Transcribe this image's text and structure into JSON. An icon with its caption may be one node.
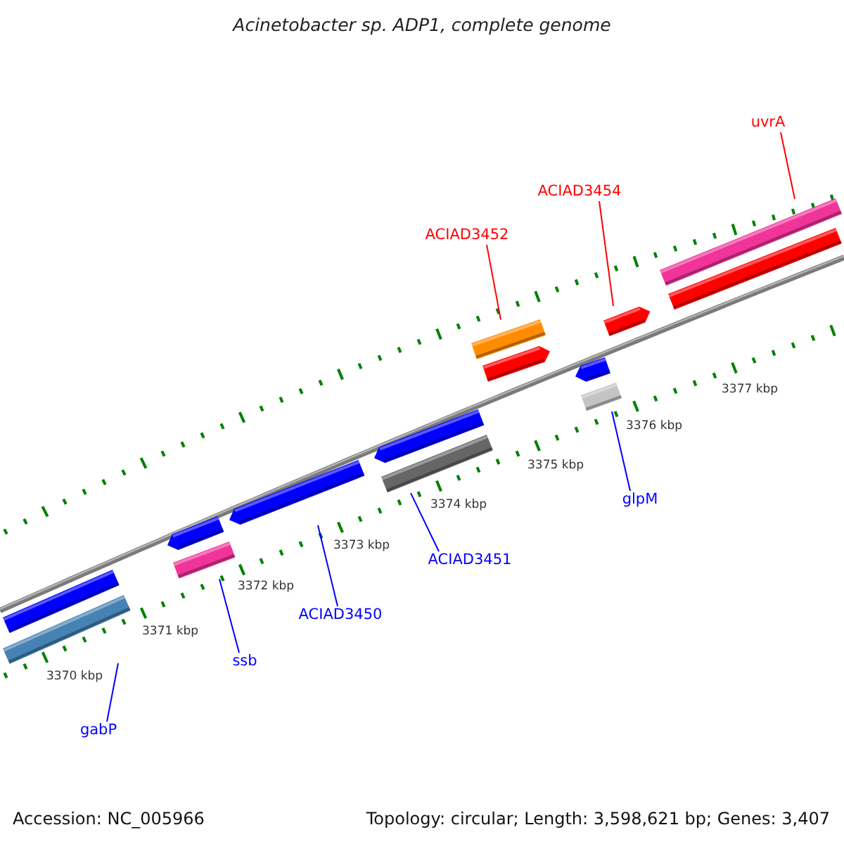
{
  "diagram": {
    "title": "Acinetobacter sp. ADP1, complete genome",
    "nodes": [
      {
        "text": [
          "uvrA"
        ]
      },
      {
        "text": [
          "ACIAD3454"
        ]
      },
      {
        "text": [
          "ACIAD3452"
        ]
      },
      {
        "text": [
          "glpM"
        ]
      },
      {
        "text": [
          "ACIAD3451"
        ]
      },
      {
        "text": [
          "ACIAD3450"
        ]
      },
      {
        "text": [
          "ssb"
        ]
      },
      {
        "text": [
          "gabP"
        ]
      },
      {
        "text": [],
        "shape": "bar"
      },
      {
        "text": [],
        "shape": "bar"
      },
      {
        "text": [],
        "shape": "bar"
      },
      {
        "text": [],
        "shape": "bar"
      },
      {
        "text": [],
        "shape": "bar"
      },
      {
        "text": [],
        "shape": "bar"
      },
      {
        "text": [],
        "shape": "bar"
      },
      {
        "text": [],
        "shape": "bar"
      },
      {
        "text": [],
        "shape": "bar"
      },
      {
        "text": [],
        "shape": "bar"
      },
      {
        "text": [],
        "shape": "bar"
      },
      {
        "text": [],
        "shape": "bar"
      },
      {
        "text": [],
        "shape": "bar"
      },
      {
        "text": [],
        "shape": "bar"
      }
    ],
    "edges": [
      {
        "from": 0,
        "to": 20,
        "arrow": "none",
        "color": "#ff0000"
      },
      {
        "from": 1,
        "to": 19,
        "arrow": "none",
        "color": "#ff0000"
      },
      {
        "from": 2,
        "to": 15,
        "arrow": "none",
        "color": "#ff0000"
      },
      {
        "from": 3,
        "to": 18,
        "arrow": "none",
        "color": "#0000ff"
      },
      {
        "from": 4,
        "to": 14,
        "arrow": "none",
        "color": "#0000ff"
      },
      {
        "from": 5,
        "to": 12,
        "arrow": "none",
        "color": "#0000ff"
      },
      {
        "from": 6,
        "to": 11,
        "arrow": "none",
        "color": "#0000ff"
      },
      {
        "from": 7,
        "to": 8,
        "arrow": "none",
        "color": "#0000ff"
      }
    ],
    "labels": [
      "3370 kbp",
      "3371 kbp",
      "3372 kbp",
      "3373 kbp",
      "3374 kbp",
      "3375 kbp",
      "3376 kbp",
      "3377 kbp",
      "Accession: NC_005966",
      "Topology: circular; Length: 3,598,621 bp; Genes: 3,407"
    ]
  }
}
